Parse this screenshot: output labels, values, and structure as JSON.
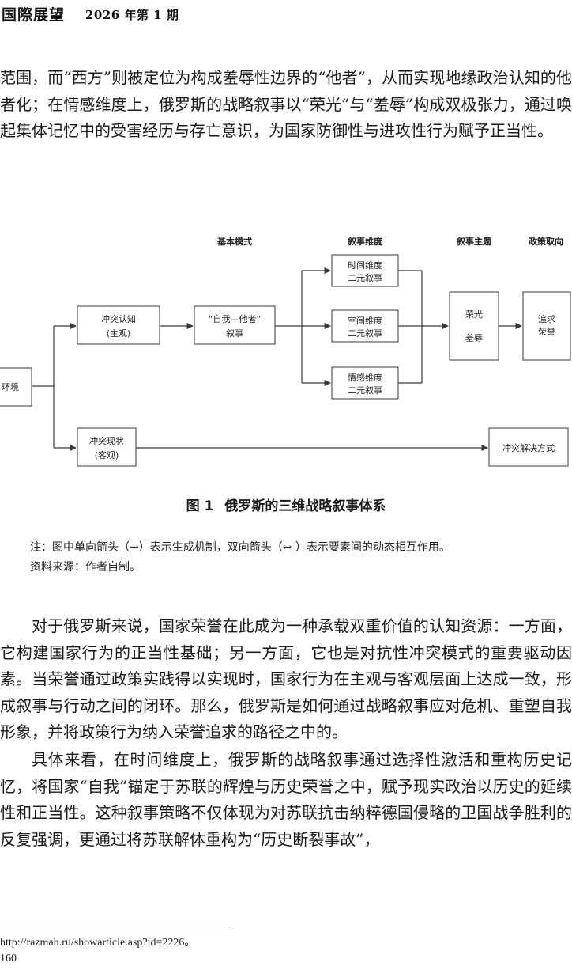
{
  "header": {
    "journal_name": "国際展望",
    "issue": "2026 年第 1 期"
  },
  "paragraphs": {
    "p1": "范围，而“西方”则被定位为构成羞辱性边界的“他者”，从而实现地缘政治认知的他者化；在情感维度上，俄罗斯的战略叙事以“荣光”与“羞辱”构成双极张力，通过唤起集体记忆中的受害经历与存亡意识，为国家防御性与进攻性行为赋予正当性。",
    "p2": "对于俄罗斯来说，国家荣誉在此成为一种承载双重价值的认知资源：一方面，它构建国家行为的正当性基础；另一方面，它也是对抗性冲突模式的重要驱动因素。当荣誉通过政策实践得以实现时，国家行为在主观与客观层面上达成一致，形成叙事与行动之间的闭环。那么，俄罗斯是如何通过战略叙事应对危机、重塑自我形象，并将政策行为纳入荣誉追求的路径之中的。",
    "p3": "具体来看，在时间维度上，俄罗斯的战略叙事通过选择性激活和重构历史记忆，将国家“自我”锚定于苏联的辉煌与历史荣誉之中，赋予现实政治以历史的延续性和正当性。这种叙事策略不仅体现为对苏联抗击纳粹德国侵略的卫国战争胜利的反复强调，更通过将苏联解体重构为“历史断裂事故”，"
  },
  "figure": {
    "column_headers": {
      "basic_mode": "基本模式",
      "narrative_dimension": "叙事维度",
      "narrative_theme": "叙事主题",
      "policy_orientation": "政策取向"
    },
    "environment": "环境",
    "conflict_cognition": [
      "冲突认知",
      "(主观)"
    ],
    "self_other": [
      "“自我—他者”",
      "叙事"
    ],
    "time_dimension": [
      "时间维度",
      "二元叙事"
    ],
    "space_dimension": [
      "空间维度",
      "二元叙事"
    ],
    "emotion_dimension": [
      "情感维度",
      "二元叙事"
    ],
    "themes": [
      "荣光",
      "羞辱"
    ],
    "policy": [
      "追求",
      "荣誉"
    ],
    "conflict_status": [
      "冲突现状",
      "(客观)"
    ],
    "conflict_resolution": "冲突解决方式"
  },
  "caption": {
    "number": "图 1",
    "title": "俄罗斯的三维战略叙事体系"
  },
  "notes": {
    "note": "注：图中单向箭头（→）表示生成机制，双向箭头（↔ ）表示要素间的动态相互作用。",
    "source": "资料来源：作者自制。"
  },
  "footnote": "http://razmah.ru/showarticle.asp?id=2226。",
  "page_number": "160",
  "colors": {
    "line": "#3a3a3a",
    "text": "#1a1a1a"
  }
}
